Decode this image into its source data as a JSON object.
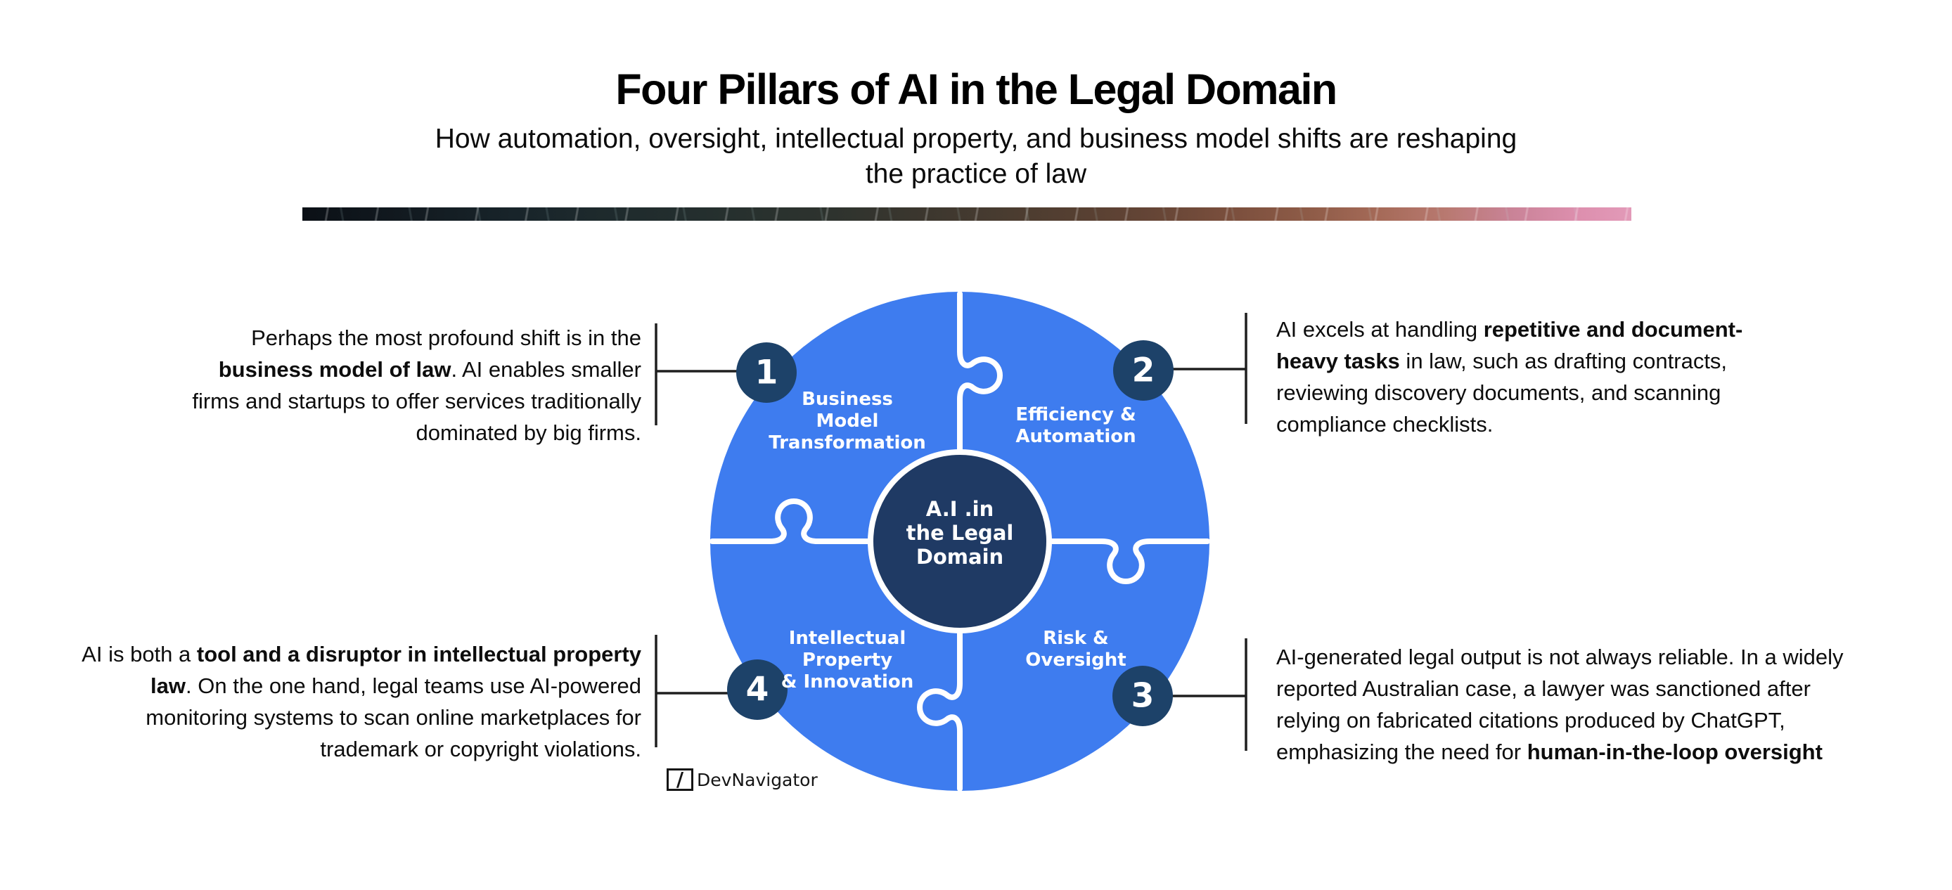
{
  "header": {
    "title": "Four Pillars of AI in the Legal Domain",
    "subtitle_lines": [
      "How automation, oversight, intellectual property, and business model shifts are reshaping",
      "the practice of law"
    ]
  },
  "colors": {
    "puzzle_blue": "#3E7CEF",
    "center_navy": "#1F3A64",
    "number_navy": "#1D4269",
    "connector_line": "#1f1f1f",
    "divider_white": "#ffffff",
    "gradient_bar_left": "#0b1016",
    "gradient_bar_right": "#e29ab8"
  },
  "diagram": {
    "center_label_lines": [
      "A.I .in",
      "the Legal",
      "Domain"
    ],
    "quadrants": [
      {
        "num": "1",
        "label_lines": [
          "Business",
          "Model",
          "Transformation"
        ]
      },
      {
        "num": "2",
        "label_lines": [
          "Efficiency &",
          "Automation"
        ]
      },
      {
        "num": "3",
        "label_lines": [
          "Risk &",
          "Oversight"
        ]
      },
      {
        "num": "4",
        "label_lines": [
          "Intellectual",
          "Property",
          "& Innovation"
        ]
      }
    ]
  },
  "notes": {
    "note1_lines": [
      [
        {
          "t": "Perhaps the most profound shift is in the"
        }
      ],
      [
        {
          "t": "business model of law",
          "b": true
        },
        {
          "t": ". AI enables smaller"
        }
      ],
      [
        {
          "t": "firms and startups to offer services traditionally"
        }
      ],
      [
        {
          "t": "dominated by big firms."
        }
      ]
    ],
    "note2_lines": [
      [
        {
          "t": "AI excels at handling "
        },
        {
          "t": "repetitive and document-",
          "b": true
        }
      ],
      [
        {
          "t": "heavy tasks",
          "b": true
        },
        {
          "t": " in law, such as drafting contracts,"
        }
      ],
      [
        {
          "t": "reviewing discovery documents, and scanning"
        }
      ],
      [
        {
          "t": "compliance checklists."
        }
      ]
    ],
    "note3_lines": [
      [
        {
          "t": "AI-generated legal output is not always reliable. In a widely"
        }
      ],
      [
        {
          "t": "reported Australian case, a lawyer was sanctioned after"
        }
      ],
      [
        {
          "t": "relying on fabricated citations produced by ChatGPT,"
        }
      ],
      [
        {
          "t": "emphasizing the need for "
        },
        {
          "t": "human-in-the-loop oversight",
          "b": true
        }
      ]
    ],
    "note4_lines": [
      [
        {
          "t": "AI is both a "
        },
        {
          "t": "tool and a disruptor in intellectual property",
          "b": true
        }
      ],
      [
        {
          "t": "law",
          "b": true
        },
        {
          "t": ". On the one hand, legal teams use AI-powered"
        }
      ],
      [
        {
          "t": "monitoring systems to scan online marketplaces for"
        }
      ],
      [
        {
          "t": "trademark or copyright violations."
        }
      ]
    ]
  },
  "footer": {
    "logo_glyph": "/",
    "logo_text": "DevNavigator"
  }
}
